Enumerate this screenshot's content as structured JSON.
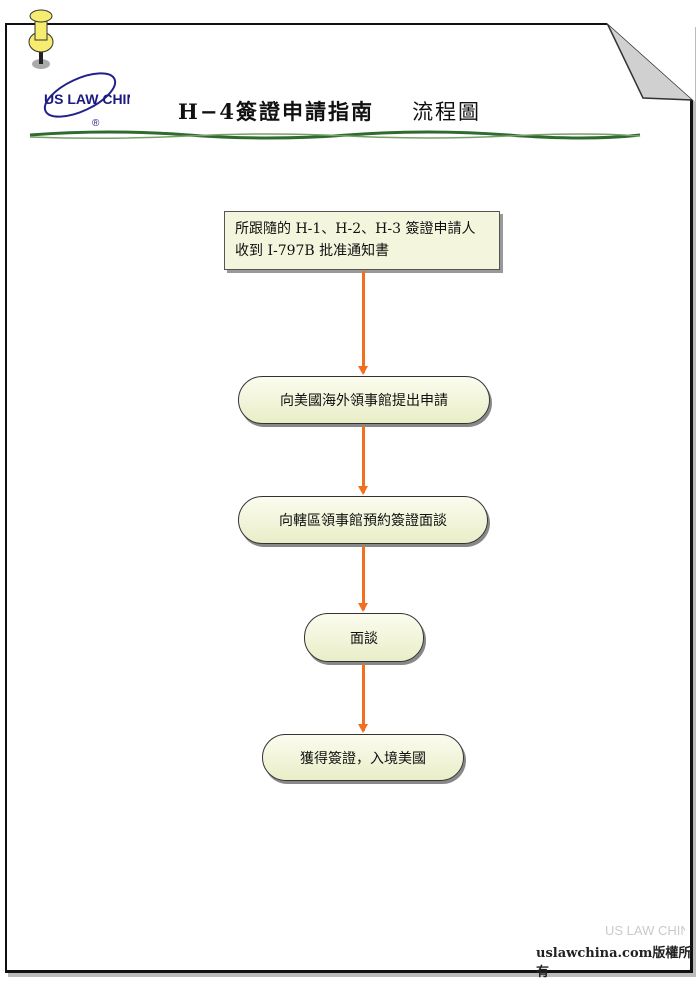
{
  "header": {
    "logo_text": "US LAW CHINA",
    "title": "H−4簽證申請指南",
    "subtitle": "流程圖"
  },
  "flow": {
    "step1_line1": "所跟隨的 H-1、H-2、H-3 簽證申請人",
    "step1_line2": "收到 I-797B 批准通知書",
    "step2": "向美國海外領事館提出申請",
    "step3": "向轄區領事館預約簽證面談",
    "step4": "面談",
    "step5": "獲得簽證，入境美國"
  },
  "footer": {
    "copyright": "uslawchina.com版權所有",
    "watermark": "US LAW CHINA"
  },
  "colors": {
    "arrow": "#f07020",
    "box": "#f3f6dc"
  }
}
